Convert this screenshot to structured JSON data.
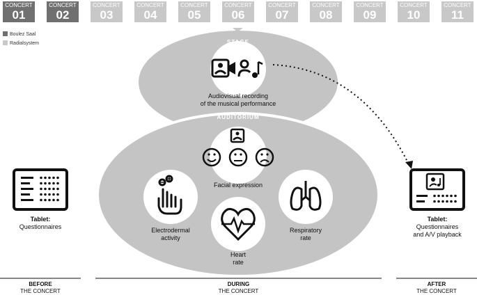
{
  "concerts": [
    {
      "label": "CONCERT",
      "num": "01",
      "venue": "dark"
    },
    {
      "label": "CONCERT",
      "num": "02",
      "venue": "dark"
    },
    {
      "label": "CONCERT",
      "num": "03",
      "venue": "light"
    },
    {
      "label": "CONCERT",
      "num": "04",
      "venue": "light"
    },
    {
      "label": "CONCERT",
      "num": "05",
      "venue": "light"
    },
    {
      "label": "CONCERT",
      "num": "06",
      "venue": "light"
    },
    {
      "label": "CONCERT",
      "num": "07",
      "venue": "light"
    },
    {
      "label": "CONCERT",
      "num": "08",
      "venue": "light"
    },
    {
      "label": "CONCERT",
      "num": "09",
      "venue": "light"
    },
    {
      "label": "CONCERT",
      "num": "10",
      "venue": "light"
    },
    {
      "label": "CONCERT",
      "num": "11",
      "venue": "light"
    }
  ],
  "legend": [
    {
      "label": "Boulez Saal",
      "color": "#707070"
    },
    {
      "label": "Radialsystem",
      "color": "#c8c8c8"
    }
  ],
  "stage": {
    "title": "STAGE",
    "caption_line1": "Audiovisual recording",
    "caption_line2": "of the musical performance"
  },
  "auditorium": {
    "title": "AUDITORIUM",
    "facial": "Facial expression",
    "eda_line1": "Electrodermal",
    "eda_line2": "activity",
    "heart_line1": "Heart",
    "heart_line2": "rate",
    "resp_line1": "Respiratory",
    "resp_line2": "rate"
  },
  "before": {
    "tablet_title": "Tablet:",
    "tablet_text": "Questionnaires",
    "phase_line1": "BEFORE",
    "phase_line2": "THE CONCERT"
  },
  "during": {
    "phase_line1": "DURING",
    "phase_line2": "THE CONCERT"
  },
  "after": {
    "tablet_title": "Tablet:",
    "tablet_text_line1": "Questionnaires",
    "tablet_text_line2": "and A/V playback",
    "phase_line1": "AFTER",
    "phase_line2": "THE CONCERT"
  },
  "colors": {
    "dark": "#707070",
    "light": "#c8c8c8",
    "ellipse": "#c4c4c4"
  }
}
